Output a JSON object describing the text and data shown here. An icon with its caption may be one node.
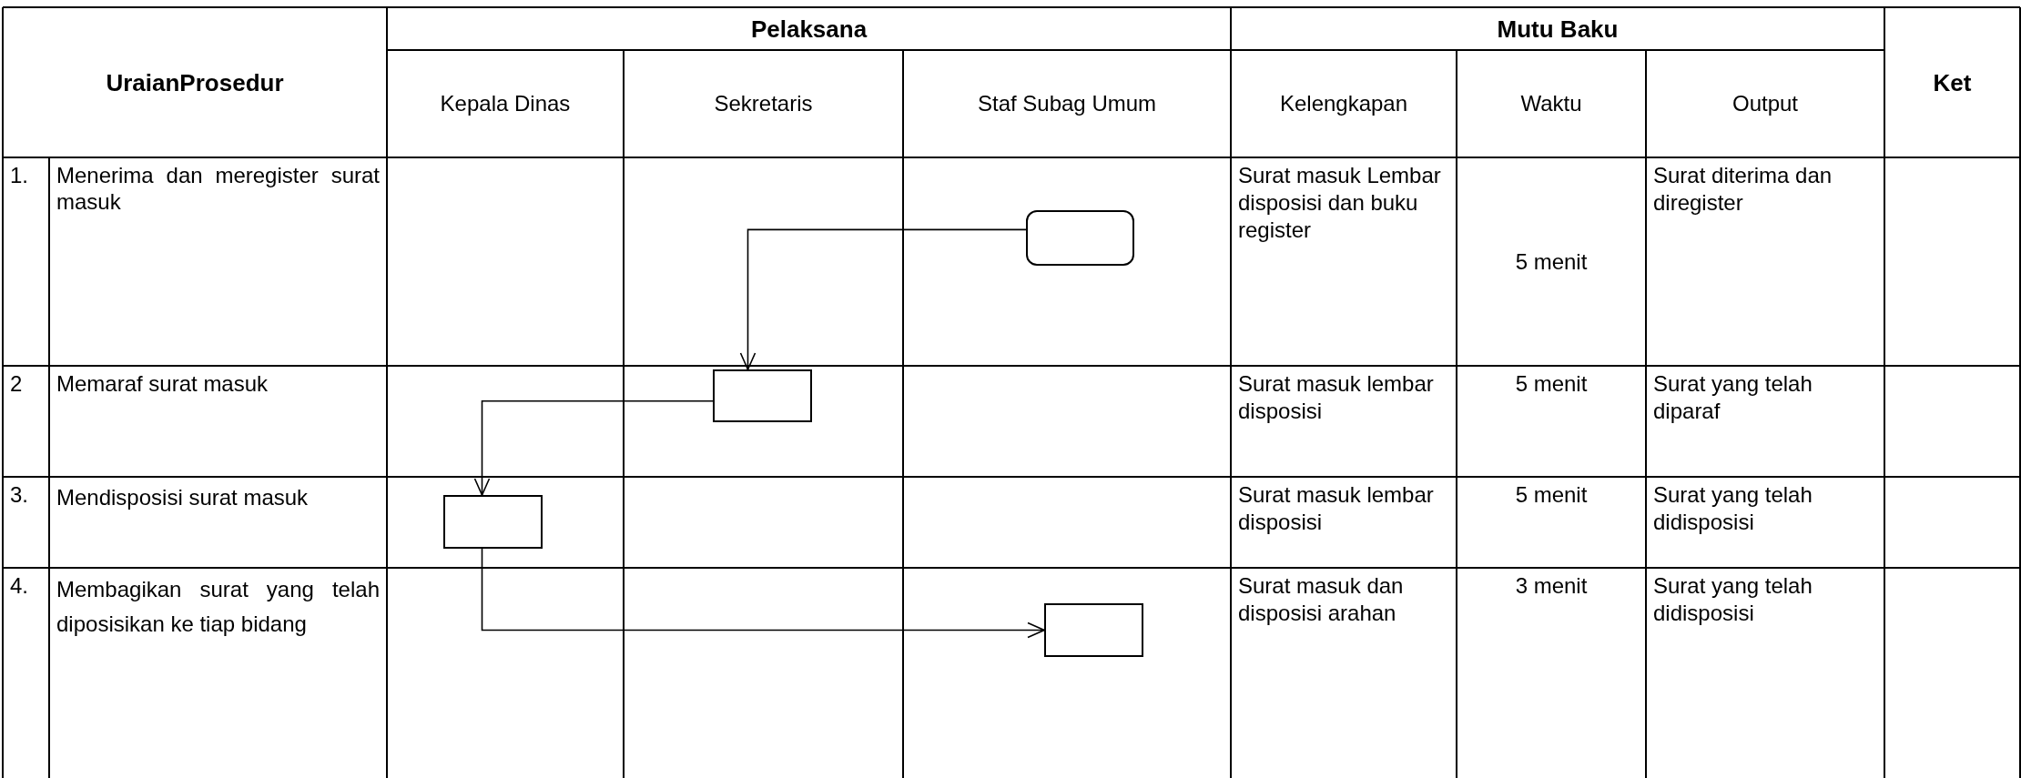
{
  "diagram": {
    "nodes": [
      {
        "text": [],
        "shape": "box"
      },
      {
        "text": [],
        "shape": "box"
      },
      {
        "text": [],
        "shape": "box"
      },
      {
        "text": [],
        "shape": "box"
      }
    ],
    "edges": [
      {
        "from": 0,
        "to": 1,
        "arrow": "to"
      },
      {
        "from": 1,
        "to": 2,
        "arrow": "to"
      },
      {
        "from": 2,
        "to": 3,
        "arrow": "to"
      }
    ],
    "labels": [
      "UraianProsedur",
      "Pelaksana",
      "Mutu Baku",
      "Ket",
      "Kepala Dinas",
      "Sekretaris",
      "Staf Subag Umum",
      "Kelengkapan",
      "Waktu",
      "Output",
      "1.",
      "Menerima dan meregister surat masuk",
      "Surat masuk Lembar disposisi dan buku register",
      "5 menit",
      "Surat diterima dan diregister",
      "2",
      "Memaraf surat masuk",
      "Surat masuk lembar disposisi",
      "5 menit",
      "Surat yang telah diparaf",
      "3.",
      "Mendisposisi surat masuk",
      "Surat masuk lembar disposisi",
      "5 menit",
      "Surat yang telah didisposisi",
      "4.",
      "Membagikan surat yang telah diposisikan ke tiap bidang",
      "Surat masuk dan disposisi arahan",
      "3 menit",
      "Surat yang telah didisposisi"
    ]
  }
}
